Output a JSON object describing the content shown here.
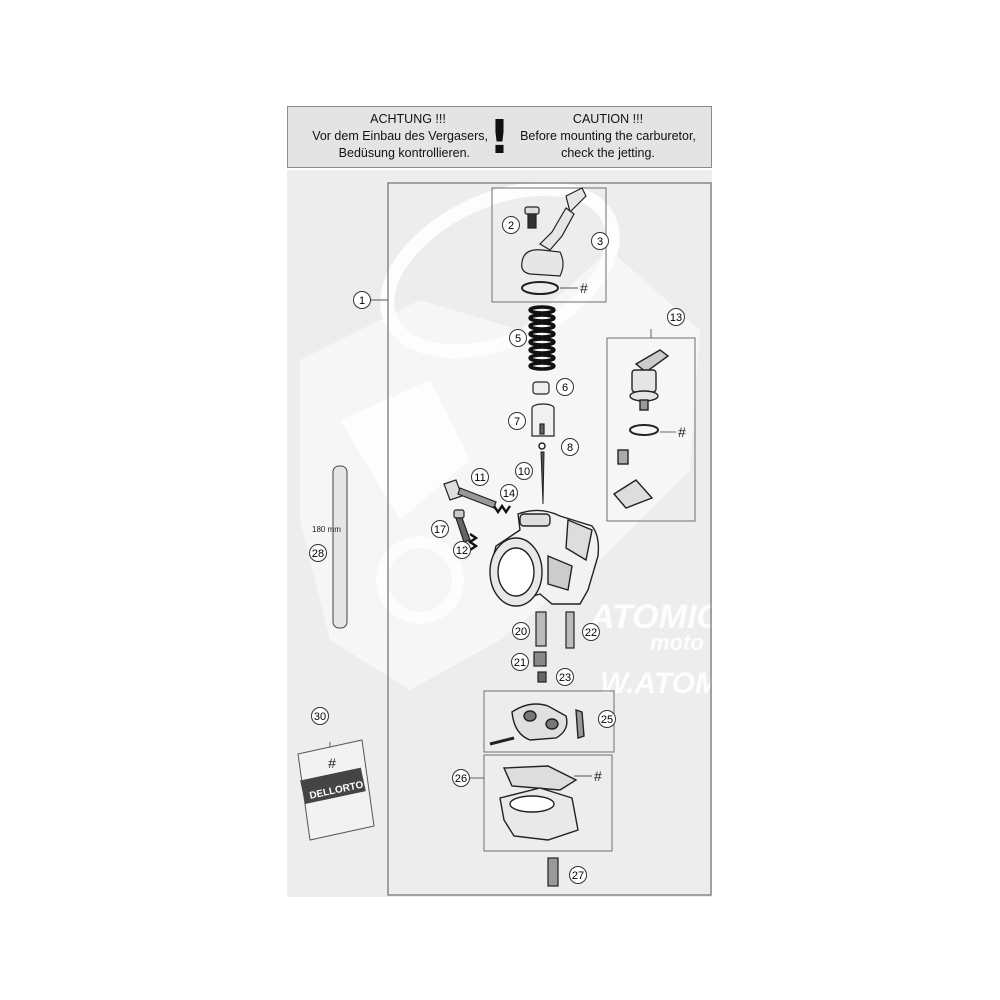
{
  "caution": {
    "de_title": "ACHTUNG !!!",
    "de_line1": "Vor dem Einbau des Vergasers,",
    "de_line2": "Bedüsung kontrollieren.",
    "en_title": "CAUTION !!!",
    "en_line1": "Before mounting the carburetor,",
    "en_line2": "check the jetting.",
    "symbol": "!"
  },
  "tube_length": "180 mm",
  "parts_bag_mark": "#",
  "parts_bag_brand": "DELLORTO",
  "watermark": [
    "ATOMIC",
    "moto",
    "W.ATOM"
  ],
  "callouts": [
    "1",
    "2",
    "3",
    "5",
    "6",
    "7",
    "8",
    "10",
    "11",
    "12",
    "13",
    "14",
    "17",
    "20",
    "21",
    "22",
    "23",
    "25",
    "26",
    "27",
    "28",
    "30"
  ],
  "hash_mark": "#",
  "colors": {
    "frame": "#6e6e6e",
    "caution_bg": "#e4e4e4",
    "watermark": "#ffffff",
    "part_accent": "#d9602a"
  }
}
